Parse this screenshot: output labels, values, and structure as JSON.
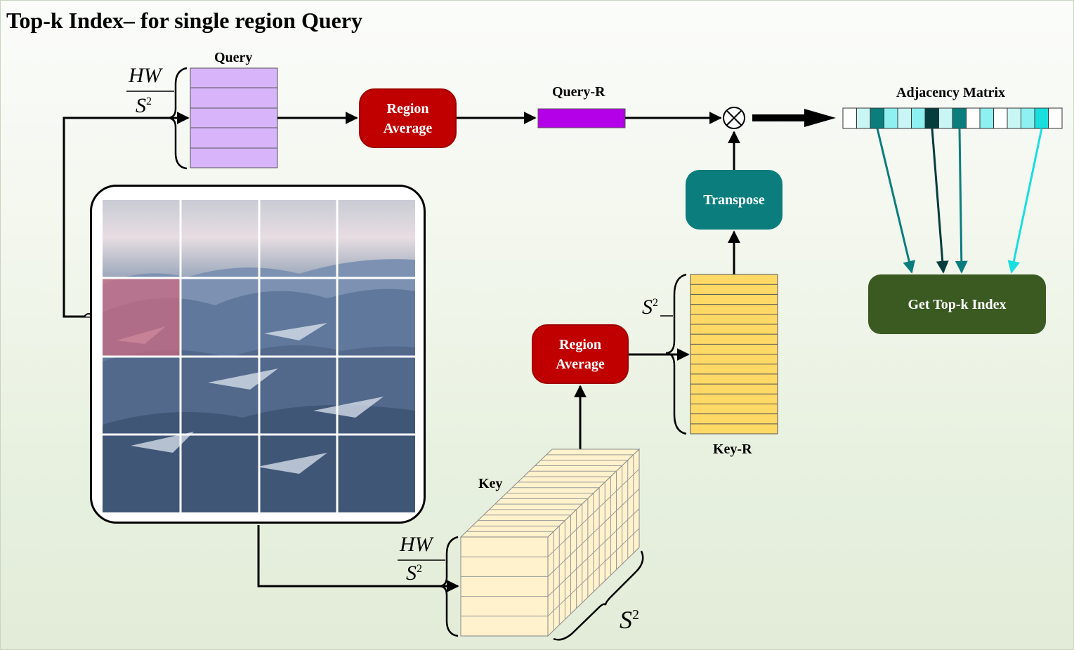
{
  "title": "Top-k Index–  for single region Query",
  "labels": {
    "query": "Query",
    "query_r": "Query-R",
    "adjacency_matrix": "Adjacency Matrix",
    "key": "Key",
    "key_r": "Key-R"
  },
  "boxes": {
    "region_average_top": "Region\nAverage",
    "region_average_bottom": "Region\nAverage",
    "transpose": "Transpose",
    "topk": "Get Top-k Index"
  },
  "fractions": {
    "hw": "HW",
    "s": "S",
    "sup": "2"
  },
  "colors": {
    "query": "#d8b4fb",
    "query_r": "#b400e8",
    "key_r": "#ffd966",
    "key": "#fff2cc",
    "region_avg": "#c00000",
    "transpose": "#0b7d7d",
    "topk": "#3b5a22",
    "highlight": "#c96a82"
  },
  "adjacency_cells": [
    "#ffffff",
    "#c9f5f5",
    "#0b7d7d",
    "#8ef0f0",
    "#c9f5f5",
    "#8ef0f0",
    "#063c3c",
    "#c9f5f5",
    "#0b7d7d",
    "#ffffff",
    "#8ef0f0",
    "#ffffff",
    "#c9f5f5",
    "#8ef0f0",
    "#19dede",
    "#ffffff"
  ]
}
